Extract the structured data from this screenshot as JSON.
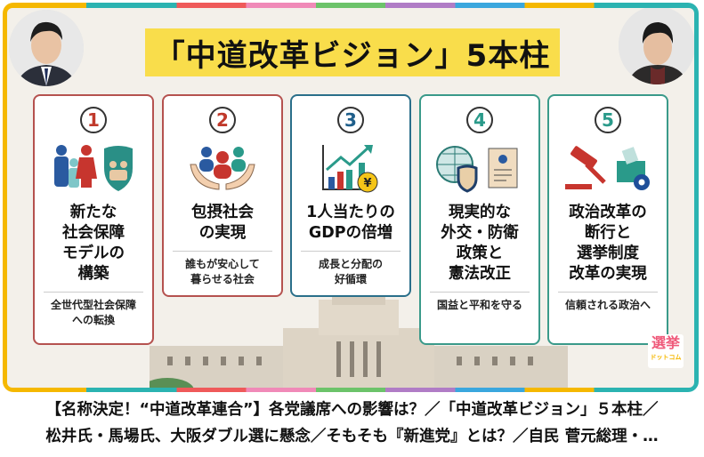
{
  "title": "「中道改革ビジョン」5本柱",
  "cards": [
    {
      "num": "1",
      "main": "新たな\n社会保障\nモデルの\n構築",
      "sub": "全世代型社会保障\nへの転換",
      "icon": "family-shield-icon",
      "color": "#b5524f",
      "numcolor": "#c0392b"
    },
    {
      "num": "2",
      "main": "包摂社会\nの実現",
      "sub": "誰もが安心して\n暮らせる社会",
      "icon": "people-in-hands-icon",
      "color": "#b5524f",
      "numcolor": "#c0392b"
    },
    {
      "num": "3",
      "main": "1人当たりの\nGDPの倍増",
      "sub": "成長と分配の\n好循環",
      "icon": "growth-chart-yen-icon",
      "color": "#2a6f8a",
      "numcolor": "#1f5f8b"
    },
    {
      "num": "4",
      "main": "現実的な\n外交・防衛\n政策と\n憲法改正",
      "sub": "国益と平和を守る",
      "icon": "globe-shield-document-icon",
      "color": "#3a9a8a",
      "numcolor": "#2a9a8a"
    },
    {
      "num": "5",
      "main": "政治改革の\n断行と\n選挙制度\n改革の実現",
      "sub": "信頼される政治へ",
      "icon": "gavel-ballot-box-icon",
      "color": "#3a9a8a",
      "numcolor": "#2a9a8a"
    }
  ],
  "logo": {
    "top": "選挙",
    "bottom": "ドットコム"
  },
  "caption": {
    "line1": "【名称決定！“中道改革連合”】各党議席への影響は？／「中道改革ビジョン」５本柱／",
    "line2": "松井氏・馬場氏、大阪ダブル選に懸念／そもそも『新進党』とは？／自民 菅元総理・…"
  }
}
